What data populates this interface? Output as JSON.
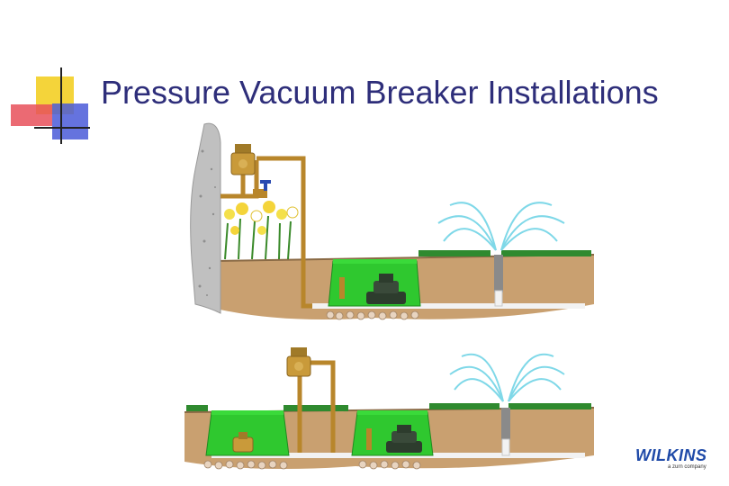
{
  "slide": {
    "title": "Pressure Vacuum Breaker Installations"
  },
  "logo": {
    "brand": "WILKINS",
    "tagline": "a zurn company"
  },
  "colors": {
    "title": "#2e2e7a",
    "accent_yellow": "#f4d43a",
    "accent_red": "#e8505a",
    "accent_blue": "#4a5bd8",
    "soil": "#c9a070",
    "valve_box": "#2fc82f",
    "pipe_copper": "#b8862b",
    "pipe_white": "#f2f2f2",
    "grass": "#2f8a2f",
    "spray": "#7fd8e8",
    "logo": "#1f4aa8"
  },
  "diagram": {
    "panels": [
      "top-installation",
      "bottom-installation"
    ]
  }
}
